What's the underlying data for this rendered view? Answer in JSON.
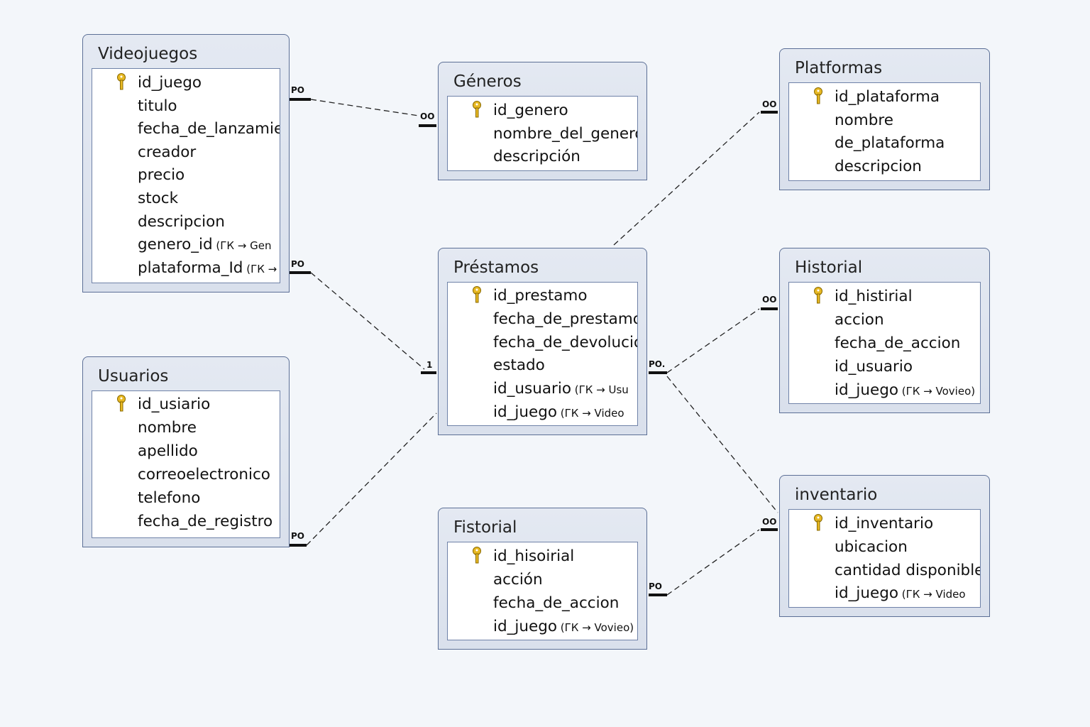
{
  "tables": [
    {
      "id": "videojuegos",
      "title": "Videojuegos",
      "fields": [
        {
          "name": "id_juego",
          "pk": true
        },
        {
          "name": "titulo"
        },
        {
          "name": "fecha_de_lanzamien"
        },
        {
          "name": "creador"
        },
        {
          "name": "precio"
        },
        {
          "name": "stock"
        },
        {
          "name": "descripcion"
        },
        {
          "name": "genero_id",
          "fk": "(ГК → Gen"
        },
        {
          "name": "plataforma_Id",
          "fk": "(ГК →"
        }
      ]
    },
    {
      "id": "generos",
      "title": "Géneros",
      "fields": [
        {
          "name": "id_genero",
          "pk": true
        },
        {
          "name": "nombre_del_genero"
        },
        {
          "name": "descripción"
        }
      ]
    },
    {
      "id": "platformas",
      "title": "Platformas",
      "fields": [
        {
          "name": "id_plataforma",
          "pk": true
        },
        {
          "name": "nombre"
        },
        {
          "name": "de_plataforma"
        },
        {
          "name": "descripcion"
        }
      ]
    },
    {
      "id": "prestamos",
      "title": "Préstamos",
      "fields": [
        {
          "name": "id_prestamo",
          "pk": true
        },
        {
          "name": "fecha_de_prestamo"
        },
        {
          "name": "fecha_de_devolucion"
        },
        {
          "name": "estado"
        },
        {
          "name": "id_usuario",
          "fk": "(ГК → Usu"
        },
        {
          "name": "id_juego",
          "fk": "(ГК → Video"
        }
      ]
    },
    {
      "id": "usuarios",
      "title": "Usuarios",
      "fields": [
        {
          "name": "id_usiario",
          "pk": true
        },
        {
          "name": "nombre"
        },
        {
          "name": "apellido"
        },
        {
          "name": "correoelectronico"
        },
        {
          "name": "telefono"
        },
        {
          "name": "fecha_de_registro"
        }
      ]
    },
    {
      "id": "historial",
      "title": "Historial",
      "fields": [
        {
          "name": "id_histirial",
          "pk": true
        },
        {
          "name": "accion"
        },
        {
          "name": "fecha_de_accion"
        },
        {
          "name": "id_usuario"
        },
        {
          "name": "id_juego",
          "fk": "(ГК → Vovieo)"
        }
      ]
    },
    {
      "id": "inventario",
      "title": "inventario",
      "fields": [
        {
          "name": "id_inventario",
          "pk": true
        },
        {
          "name": "ubicacion"
        },
        {
          "name": "cantidad disponibles"
        },
        {
          "name": "id_juego",
          "fk": "(ГК → Video"
        }
      ]
    },
    {
      "id": "fistorial",
      "title": "Fistorial",
      "fields": [
        {
          "name": "id_hisoirial",
          "pk": true
        },
        {
          "name": "acción"
        },
        {
          "name": "fecha_de_accion"
        },
        {
          "name": "id_juego",
          "fk": "(ГК → Vovieo)"
        }
      ]
    }
  ],
  "relationships": [
    {
      "from": "videojuegos",
      "to": "generos",
      "from_label": "PO",
      "to_label": "OO"
    },
    {
      "from": "videojuegos",
      "to": "prestamos",
      "from_label": "PO",
      "to_label": "1"
    },
    {
      "from": "usuarios",
      "to": "prestamos",
      "from_label": "PO",
      "to_label": ""
    },
    {
      "from": "prestamos",
      "to": "platformas",
      "from_label": "",
      "to_label": "OO"
    },
    {
      "from": "prestamos",
      "to": "historial",
      "from_label": "PO.",
      "to_label": "OO"
    },
    {
      "from": "prestamos",
      "to": "inventario",
      "from_label": "",
      "to_label": ""
    },
    {
      "from": "fistorial",
      "to": "inventario",
      "from_label": "PO",
      "to_label": "OO"
    }
  ],
  "colors": {
    "background": "#f3f6fa",
    "table_header": "#dfe5ef",
    "border": "#5c6f96",
    "key": "#e8b923"
  }
}
